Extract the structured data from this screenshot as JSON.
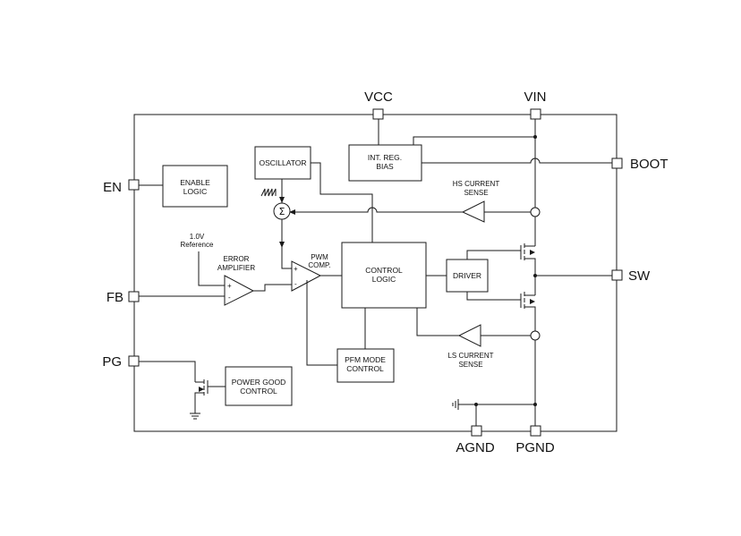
{
  "pins": {
    "vcc": "VCC",
    "vin": "VIN",
    "boot": "BOOT",
    "en": "EN",
    "fb": "FB",
    "pg": "PG",
    "sw": "SW",
    "agnd": "AGND",
    "pgnd": "PGND"
  },
  "blocks": {
    "enable_logic": [
      "ENABLE",
      "LOGIC"
    ],
    "oscillator": "OSCILLATOR",
    "int_reg_bias": [
      "INT. REG.",
      "BIAS"
    ],
    "hs_current_sense": [
      "HS CURRENT",
      "SENSE"
    ],
    "reference": [
      "1.0V",
      "Reference"
    ],
    "error_amplifier": [
      "ERROR",
      "AMPLIFIER"
    ],
    "pwm_comp": [
      "PWM",
      "COMP."
    ],
    "control_logic": [
      "CONTROL",
      "LOGIC"
    ],
    "driver": "DRIVER",
    "ls_current_sense": [
      "LS CURRENT",
      "SENSE"
    ],
    "pfm_mode_control": [
      "PFM MODE",
      "CONTROL"
    ],
    "power_good_control": [
      "POWER GOOD",
      "CONTROL"
    ]
  },
  "symbols": {
    "summer": "Σ",
    "plus": "+",
    "minus": "-"
  }
}
